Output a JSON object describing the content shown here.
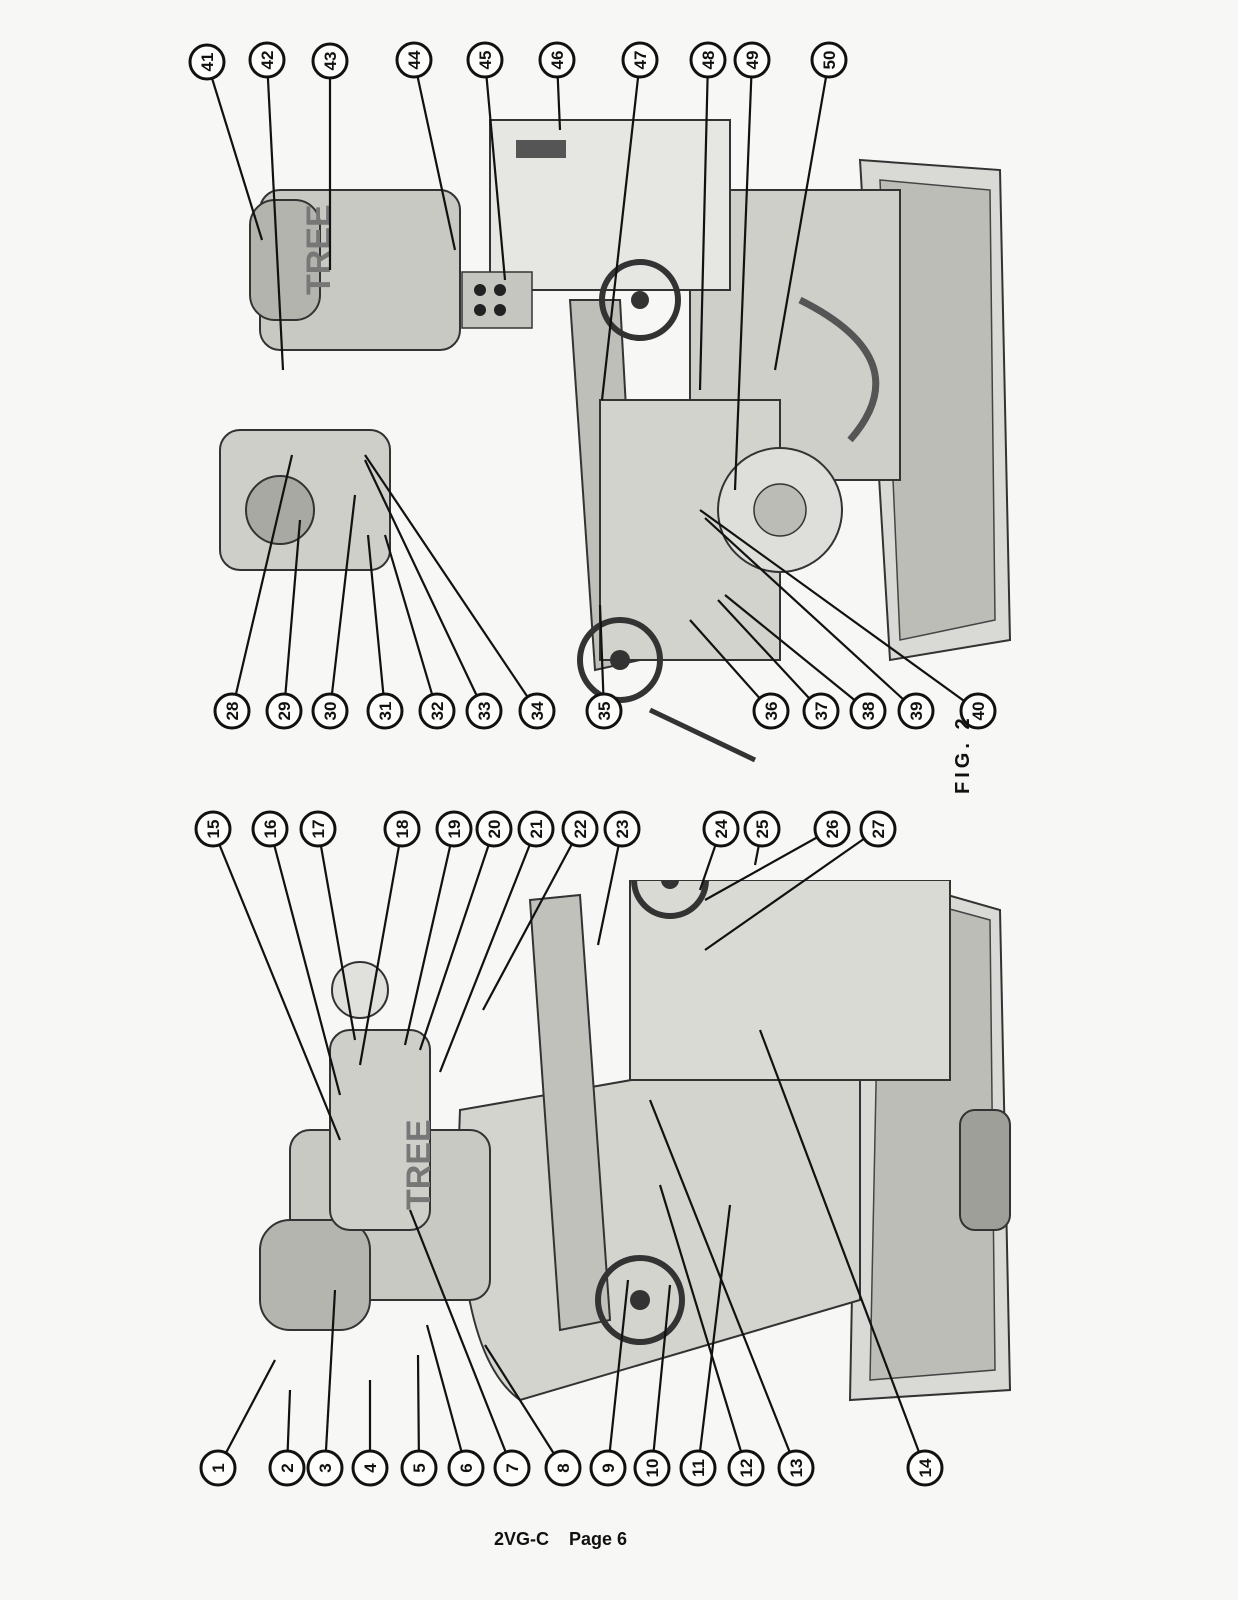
{
  "figure_label": "FIG. 2",
  "footer": {
    "model": "2VG-C",
    "page_label": "Page 6"
  },
  "machine_lettering": "TREE",
  "callouts_lower": [
    "1",
    "2",
    "3",
    "4",
    "5",
    "6",
    "7",
    "8",
    "9",
    "10",
    "11",
    "12",
    "13",
    "14",
    "15",
    "16",
    "17",
    "18",
    "19",
    "20",
    "21",
    "22",
    "23",
    "24",
    "25",
    "26",
    "27"
  ],
  "callouts_upper": [
    "28",
    "29",
    "30",
    "31",
    "32",
    "33",
    "34",
    "35",
    "36",
    "37",
    "38",
    "39",
    "40",
    "41",
    "42",
    "43",
    "44",
    "45",
    "46",
    "47",
    "48",
    "49",
    "50"
  ]
}
